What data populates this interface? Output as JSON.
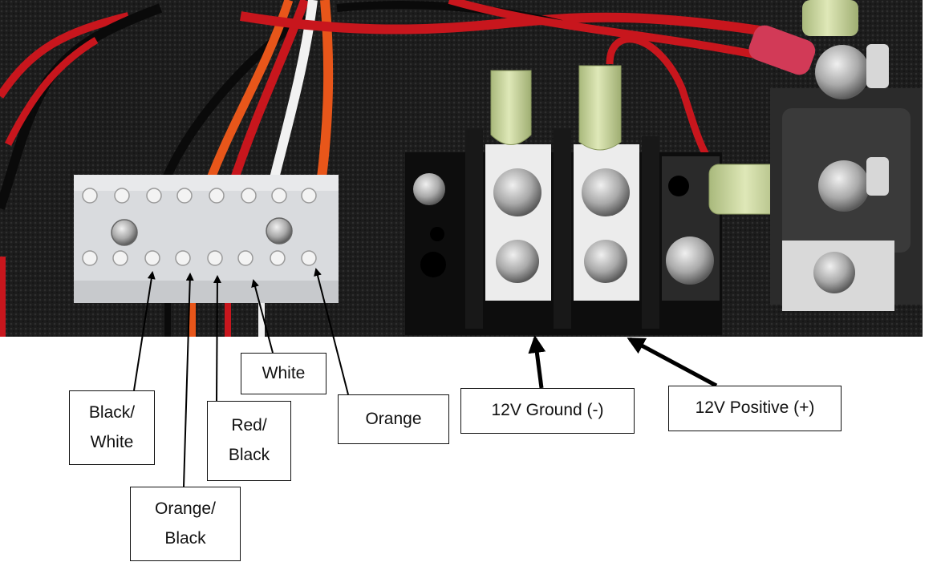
{
  "photo": {
    "subject": "wiring-terminal-blocks",
    "colors": {
      "panel": "#1b1b1b",
      "terminal_strip": "#d9dbde",
      "terminal_block": "#0d0d0d",
      "wire_red": "#c8161d",
      "wire_orange": "#e8561a",
      "wire_white": "#f2f2f2",
      "wire_black": "#0a0a0a",
      "crimp_connector": "#c9d69a",
      "metal": "#b8b8b8"
    }
  },
  "labels": {
    "black_white": {
      "line1": "Black/",
      "line2": "White"
    },
    "orange_black": {
      "line1": "Orange/",
      "line2": "Black"
    },
    "red_black": {
      "line1": "Red/",
      "line2": "Black"
    },
    "white": "White",
    "orange": "Orange",
    "ground": "12V Ground (-)",
    "positive": "12V Positive (+)"
  }
}
